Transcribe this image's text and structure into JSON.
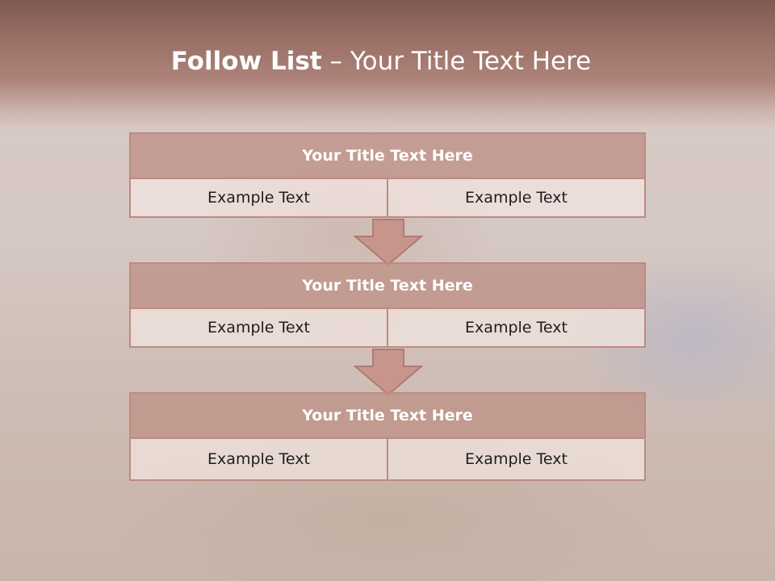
{
  "slide": {
    "title_bold": "Follow List",
    "title_rest": " – Your Title Text Here"
  },
  "blocks": [
    {
      "title": "Your Title Text Here",
      "left": "Example Text",
      "right": "Example Text"
    },
    {
      "title": "Your Title Text Here",
      "left": "Example Text",
      "right": "Example Text"
    },
    {
      "title": "Your Title Text Here",
      "left": "Example Text",
      "right": "Example Text"
    }
  ],
  "colors": {
    "header_band": "#9a6f65",
    "block_title_fill": "#c09188",
    "border": "#bf8a80",
    "cell_fill": "#f2e4e1"
  }
}
